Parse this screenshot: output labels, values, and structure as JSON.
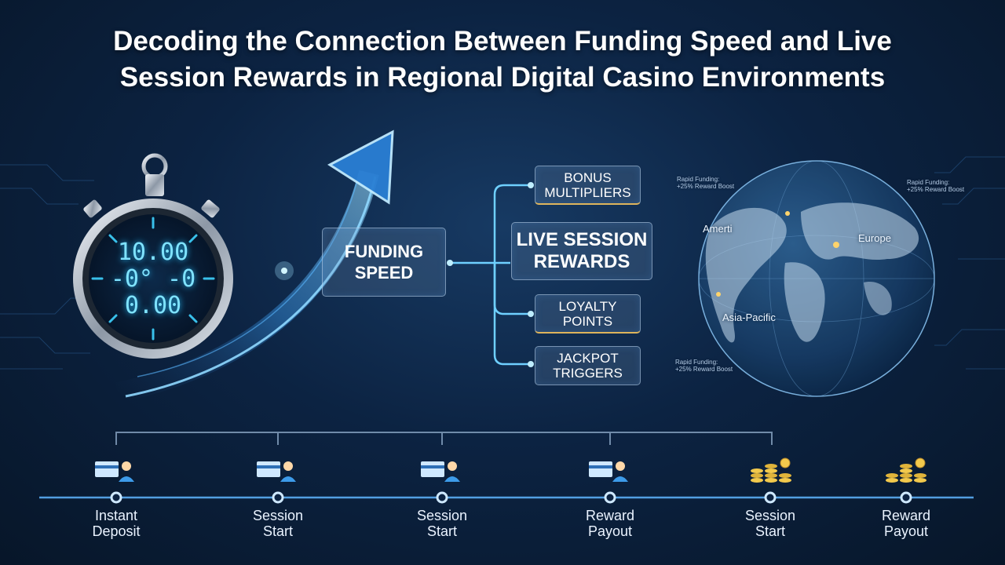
{
  "title": {
    "line1": "Decoding the Connection Between Funding Speed and Live",
    "line2": "Session Rewards in Regional Digital Casino Environments"
  },
  "stopwatch": {
    "line1": "10.00",
    "line2": "-0° -0",
    "line3": "0.00"
  },
  "hub": {
    "center": {
      "line1": "FUNDING",
      "line2": "SPEED"
    },
    "branches": [
      {
        "line1": "BONUS",
        "line2": "MULTIPLIERS"
      },
      {
        "line1": "LIVE SESSION",
        "line2": "REWARDS"
      },
      {
        "line1": "LOYALTY",
        "line2": "POINTS"
      },
      {
        "line1": "JACKPOT",
        "line2": "TRIGGERS"
      }
    ]
  },
  "globe": {
    "regions": [
      "Amerti",
      "Europe",
      "Asia-Pacific"
    ],
    "badges": [
      {
        "line1": "Rapid Funding:",
        "line2": "+25% Reward Boost"
      },
      {
        "line1": "Rapid Funding:",
        "line2": "+25% Reward Boost"
      },
      {
        "line1": "Rapid Funding:",
        "line2": "+25% Reward Boost"
      }
    ]
  },
  "timeline": {
    "stages": [
      {
        "line1": "Instant",
        "line2": "Deposit",
        "icon": "card-user-icon"
      },
      {
        "line1": "Session",
        "line2": "Start",
        "icon": "card-user-icon"
      },
      {
        "line1": "Session",
        "line2": "Start",
        "icon": "card-user-icon"
      },
      {
        "line1": "Reward",
        "line2": "Payout",
        "icon": "card-user-icon"
      },
      {
        "line1": "Session",
        "line2": "Start",
        "icon": "coin-stack-icon"
      },
      {
        "line1": "Reward",
        "line2": "Payout",
        "icon": "coin-stack-icon"
      }
    ]
  },
  "colors": {
    "background": "#0c2342",
    "accent_cyan": "#4fc3ff",
    "accent_gold": "#f2c94c"
  }
}
